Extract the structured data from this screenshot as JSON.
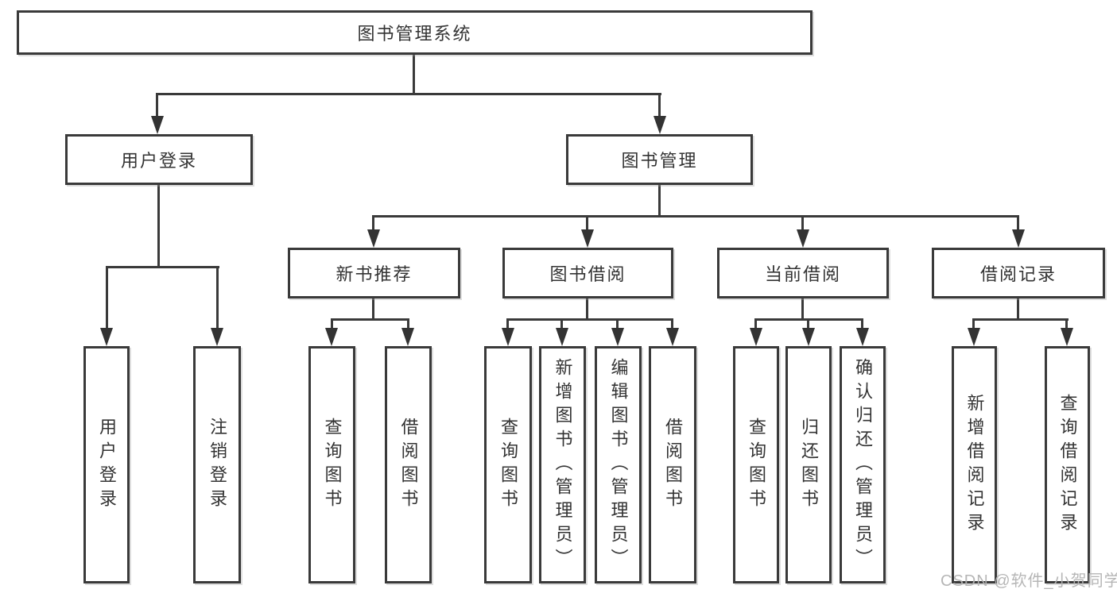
{
  "title": "图书管理系统",
  "level2": {
    "user_login": "用户登录",
    "book_mgmt": "图书管理"
  },
  "level3": {
    "new_books": "新书推荐",
    "borrow": "图书借阅",
    "current": "当前借阅",
    "records": "借阅记录"
  },
  "leaves": {
    "user_login": "用户登录",
    "logout": "注销登录",
    "rec_query": "查询图书",
    "rec_borrow": "借阅图书",
    "borrow_query": "查询图书",
    "borrow_add": "新增图书（管理员）",
    "borrow_edit": "编辑图书（管理员）",
    "borrow_do": "借阅图书",
    "cur_query": "查询图书",
    "cur_return": "归还图书",
    "cur_confirm": "确认归还（管理员）",
    "log_add": "新增借阅记录",
    "log_query": "查询借阅记录"
  },
  "watermark": {
    "text": "CSDN @软件_小贺同学"
  },
  "colors": {
    "line": "#3a3a3a",
    "box_border": "#3a3a3a",
    "text": "#333333",
    "watermark": "#b3b3b3",
    "background": "#ffffff"
  }
}
